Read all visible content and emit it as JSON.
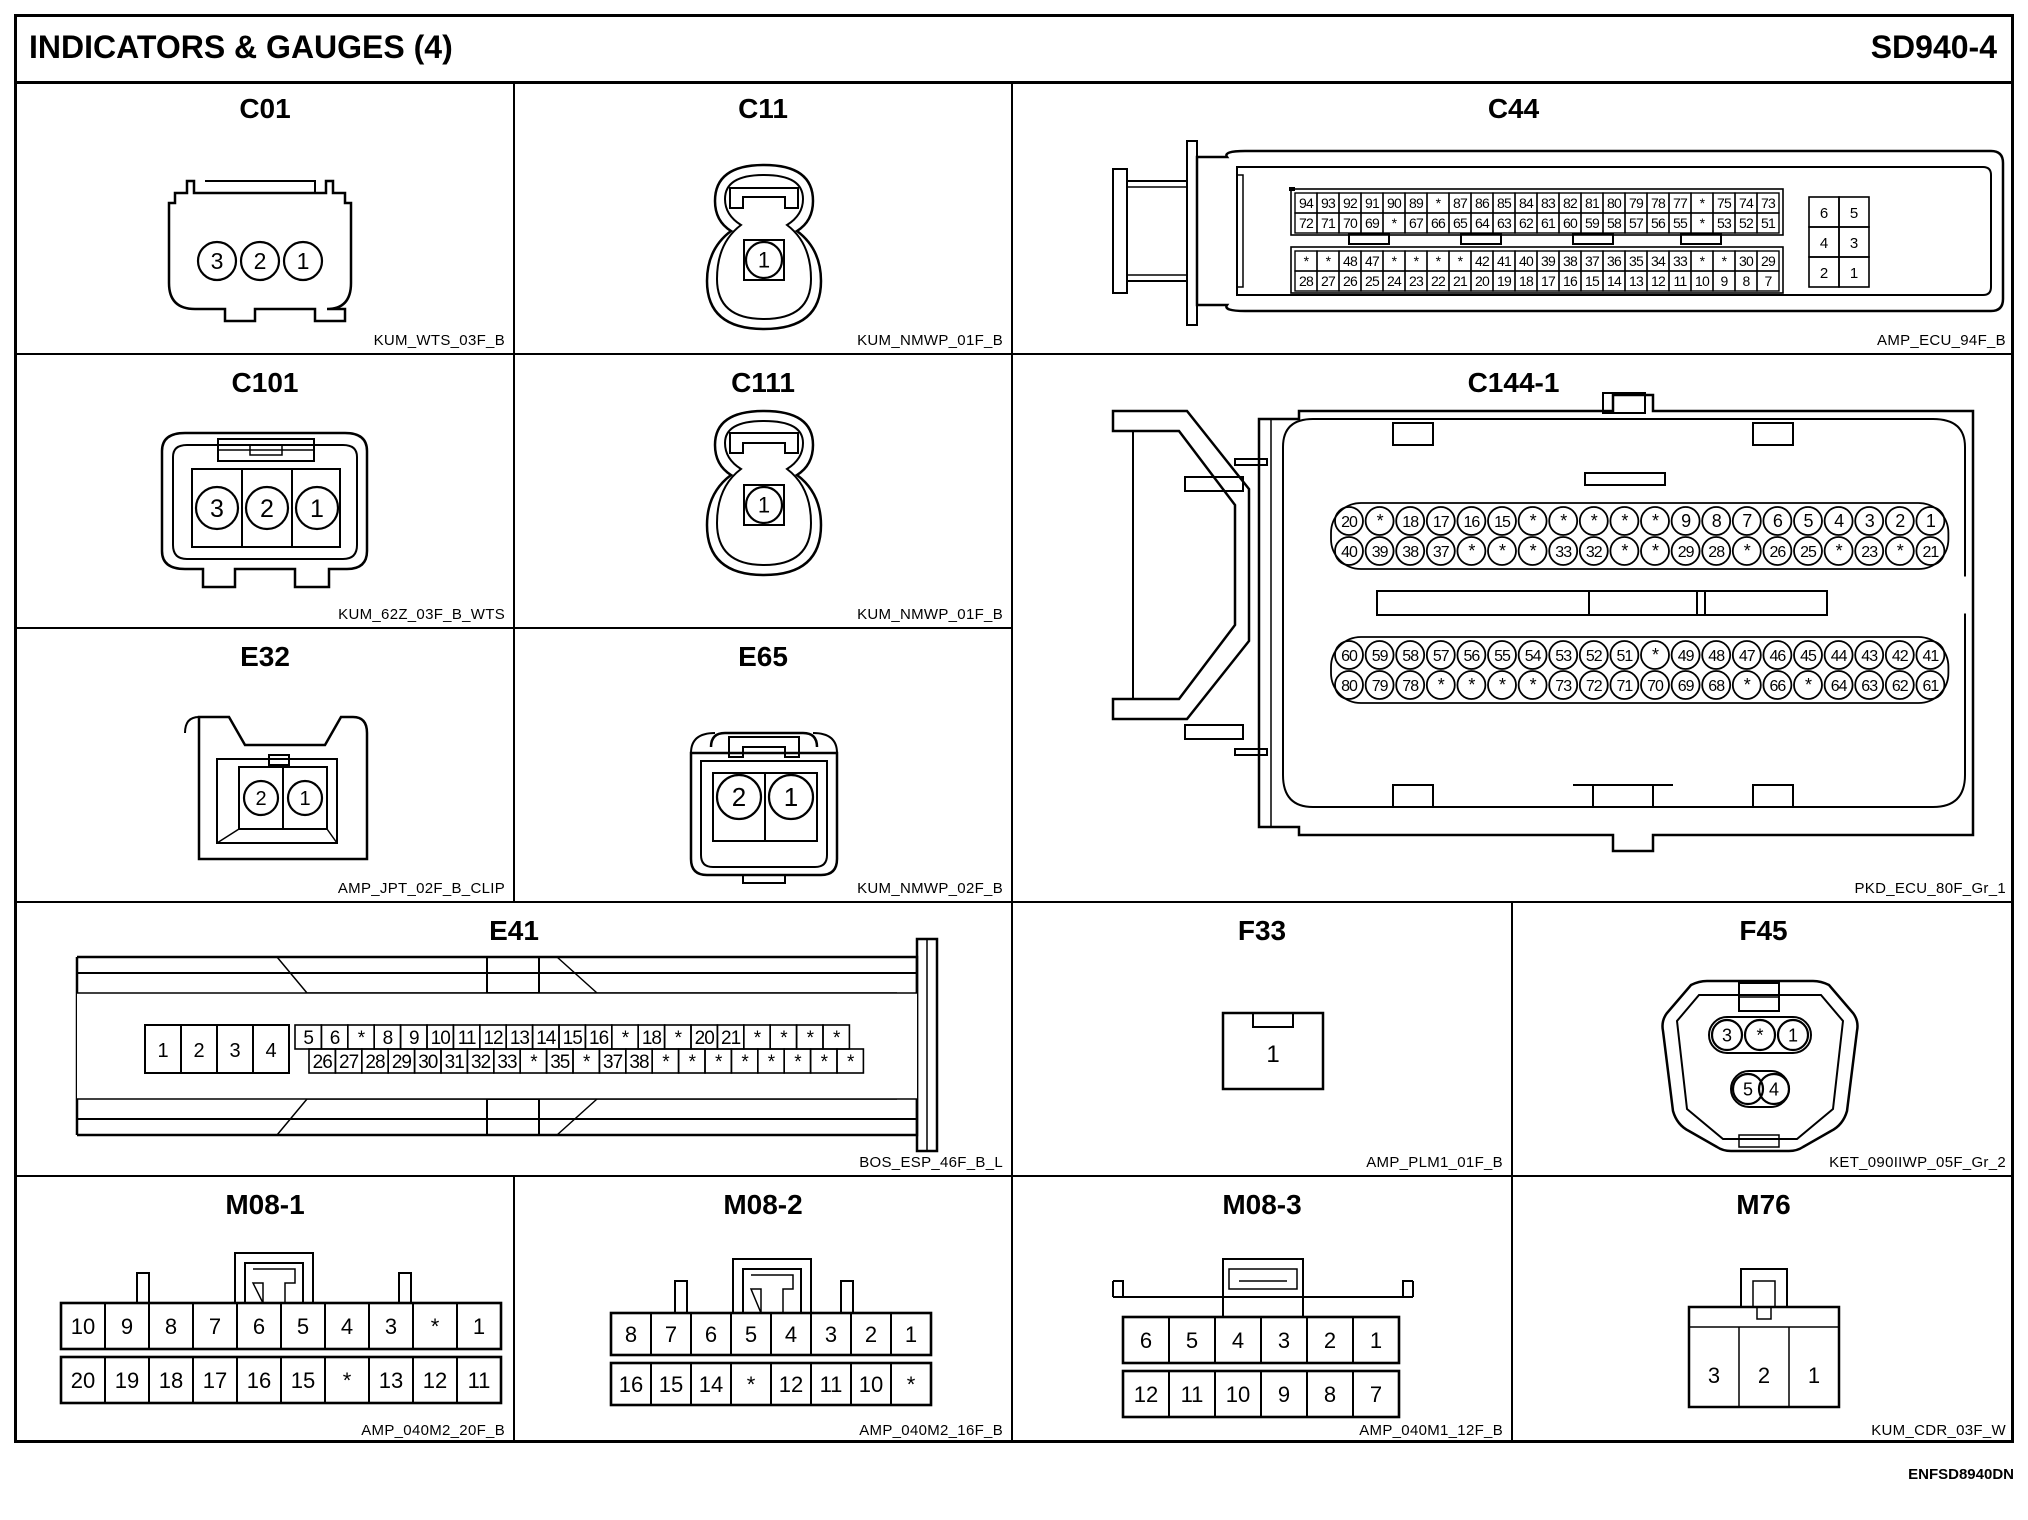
{
  "sheet": {
    "title": "INDICATORS & GAUGES (4)",
    "code": "SD940-4",
    "footer_code": "ENFSD8940DN"
  },
  "connectors": {
    "C01": {
      "name": "C01",
      "part": "KUM_WTS_03F_B",
      "pins": [
        "3",
        "2",
        "1"
      ]
    },
    "C11": {
      "name": "C11",
      "part": "KUM_NMWP_01F_B",
      "pins": [
        "1"
      ]
    },
    "C44": {
      "name": "C44",
      "part": "AMP_ECU_94F_B",
      "rows": [
        [
          "94",
          "93",
          "92",
          "91",
          "90",
          "89",
          "*",
          "87",
          "86",
          "85",
          "84",
          "83",
          "82",
          "81",
          "80",
          "79",
          "78",
          "77",
          "*",
          "75",
          "74",
          "73"
        ],
        [
          "72",
          "71",
          "70",
          "69",
          "*",
          "67",
          "66",
          "65",
          "64",
          "63",
          "62",
          "61",
          "60",
          "59",
          "58",
          "57",
          "56",
          "55",
          "*",
          "53",
          "52",
          "51"
        ],
        [
          "*",
          "*",
          "48",
          "47",
          "*",
          "*",
          "*",
          "*",
          "42",
          "41",
          "40",
          "39",
          "38",
          "37",
          "36",
          "35",
          "34",
          "33",
          "*",
          "*",
          "30",
          "29"
        ],
        [
          "28",
          "27",
          "26",
          "25",
          "24",
          "23",
          "22",
          "21",
          "20",
          "19",
          "18",
          "17",
          "16",
          "15",
          "14",
          "13",
          "12",
          "11",
          "10",
          "9",
          "8",
          "7"
        ]
      ],
      "side": [
        [
          "6",
          "5"
        ],
        [
          "4",
          "3"
        ],
        [
          "2",
          "1"
        ]
      ]
    },
    "C101": {
      "name": "C101",
      "part": "KUM_62Z_03F_B_WTS",
      "pins": [
        "3",
        "2",
        "1"
      ]
    },
    "C111": {
      "name": "C111",
      "part": "KUM_NMWP_01F_B",
      "pins": [
        "1"
      ]
    },
    "C144_1": {
      "name": "C144-1",
      "part": "PKD_ECU_80F_Gr_1",
      "rows": [
        [
          "20",
          "*",
          "18",
          "17",
          "16",
          "15",
          "*",
          "*",
          "*",
          "*",
          "*",
          "9",
          "8",
          "7",
          "6",
          "5",
          "4",
          "3",
          "2",
          "1"
        ],
        [
          "40",
          "39",
          "38",
          "37",
          "*",
          "*",
          "*",
          "33",
          "32",
          "*",
          "*",
          "29",
          "28",
          "*",
          "26",
          "25",
          "*",
          "23",
          "*",
          "21"
        ],
        [
          "60",
          "59",
          "58",
          "57",
          "56",
          "55",
          "54",
          "53",
          "52",
          "51",
          "*",
          "49",
          "48",
          "47",
          "46",
          "45",
          "44",
          "43",
          "42",
          "41"
        ],
        [
          "80",
          "79",
          "78",
          "*",
          "*",
          "*",
          "*",
          "73",
          "72",
          "71",
          "70",
          "69",
          "68",
          "*",
          "66",
          "*",
          "64",
          "63",
          "62",
          "61"
        ]
      ]
    },
    "E32": {
      "name": "E32",
      "part": "AMP_JPT_02F_B_CLIP",
      "pins": [
        "2",
        "1"
      ]
    },
    "E65": {
      "name": "E65",
      "part": "KUM_NMWP_02F_B",
      "pins": [
        "2",
        "1"
      ]
    },
    "E41": {
      "name": "E41",
      "part": "BOS_ESP_46F_B_L",
      "big": [
        "1",
        "2",
        "3",
        "4"
      ],
      "row1": [
        "5",
        "6",
        "*",
        "8",
        "9",
        "10",
        "11",
        "12",
        "13",
        "14",
        "15",
        "16",
        "*",
        "18",
        "*",
        "20",
        "21",
        "*",
        "*",
        "*",
        "*"
      ],
      "row2": [
        "26",
        "27",
        "28",
        "29",
        "30",
        "31",
        "32",
        "33",
        "*",
        "35",
        "*",
        "37",
        "38",
        "*",
        "*",
        "*",
        "*",
        "*",
        "*",
        "*",
        "*"
      ]
    },
    "F33": {
      "name": "F33",
      "part": "AMP_PLM1_01F_B",
      "pins": [
        "1"
      ]
    },
    "F45": {
      "name": "F45",
      "part": "KET_090IIWP_05F_Gr_2",
      "top": [
        "3",
        "*",
        "1"
      ],
      "bottom": [
        "5",
        "4"
      ]
    },
    "M08_1": {
      "name": "M08-1",
      "part": "AMP_040M2_20F_B",
      "row1": [
        "10",
        "9",
        "8",
        "7",
        "6",
        "5",
        "4",
        "3",
        "*",
        "1"
      ],
      "row2": [
        "20",
        "19",
        "18",
        "17",
        "16",
        "15",
        "*",
        "13",
        "12",
        "11"
      ]
    },
    "M08_2": {
      "name": "M08-2",
      "part": "AMP_040M2_16F_B",
      "row1": [
        "8",
        "7",
        "6",
        "5",
        "4",
        "3",
        "2",
        "1"
      ],
      "row2": [
        "16",
        "15",
        "14",
        "*",
        "12",
        "11",
        "10",
        "*"
      ]
    },
    "M08_3": {
      "name": "M08-3",
      "part": "AMP_040M1_12F_B",
      "row1": [
        "6",
        "5",
        "4",
        "3",
        "2",
        "1"
      ],
      "row2": [
        "12",
        "11",
        "10",
        "9",
        "8",
        "7"
      ]
    },
    "M76": {
      "name": "M76",
      "part": "KUM_CDR_03F_W",
      "pins": [
        "3",
        "2",
        "1"
      ]
    }
  }
}
